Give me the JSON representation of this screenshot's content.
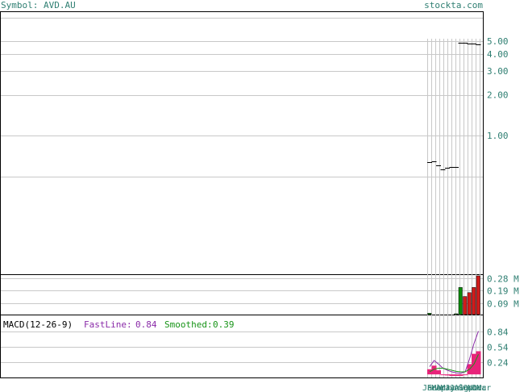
{
  "header": {
    "symbol_text": "Symbol: AVD.AU",
    "site_text": "stockta.com"
  },
  "colors": {
    "grid": "#c8c8c8",
    "frame": "#000000",
    "label": "#2f7f72",
    "up_volume": "#0b8a0b",
    "down_volume": "#d11b1b",
    "macd_fast": "#8a2ba8",
    "macd_smoothed": "#179417",
    "macd_histogram": "#e8237a"
  },
  "chart_data": [
    {
      "type": "candlestick",
      "panel": "price",
      "y_scale": "log",
      "y_ticks": [
        "5.00",
        "4.00",
        "3.00",
        "2.00",
        "1.00"
      ],
      "y_tick_values": [
        5,
        4,
        3,
        2,
        1
      ],
      "grid": true,
      "ohlc_close": [
        0.64,
        0.65,
        0.6,
        0.56,
        0.58,
        0.59,
        0.59,
        4.86,
        4.83,
        4.82,
        4.78,
        4.7
      ]
    },
    {
      "type": "bar",
      "panel": "volume",
      "y_ticks": [
        "0.28 M",
        "0.19 M",
        "0.09 M"
      ],
      "y_tick_values": [
        0.28,
        0.19,
        0.09
      ],
      "bars": [
        {
          "value": 0.01,
          "direction": "up"
        },
        {
          "value": 0.0,
          "direction": "up"
        },
        {
          "value": 0.0,
          "direction": "up"
        },
        {
          "value": 0.0,
          "direction": "up"
        },
        {
          "value": 0.0,
          "direction": "up"
        },
        {
          "value": 0.0,
          "direction": "up"
        },
        {
          "value": 0.005,
          "direction": "up"
        },
        {
          "value": 0.21,
          "direction": "up"
        },
        {
          "value": 0.14,
          "direction": "down"
        },
        {
          "value": 0.17,
          "direction": "down"
        },
        {
          "value": 0.21,
          "direction": "down"
        },
        {
          "value": 0.3,
          "direction": "down"
        }
      ]
    },
    {
      "type": "line",
      "panel": "macd",
      "title": "MACD(12-26-9)",
      "fast_label": "FastLine:",
      "fast_value": "0.84",
      "smoothed_label": "Smoothed:",
      "smoothed_value": "0.39",
      "y_ticks": [
        "0.84",
        "0.54",
        "0.24"
      ],
      "y_tick_values": [
        0.84,
        0.54,
        0.24
      ],
      "series": [
        {
          "name": "FastLine",
          "values": [
            0.15,
            0.27,
            0.2,
            0.12,
            0.08,
            0.05,
            0.03,
            0.02,
            0.05,
            0.3,
            0.6,
            0.84
          ]
        },
        {
          "name": "Smoothed",
          "values": [
            0.05,
            0.1,
            0.12,
            0.12,
            0.1,
            0.08,
            0.06,
            0.05,
            0.05,
            0.1,
            0.2,
            0.39
          ]
        }
      ],
      "histogram": [
        0.1,
        0.17,
        0.08,
        0.0,
        -0.02,
        -0.03,
        -0.03,
        -0.03,
        0.0,
        0.2,
        0.4,
        0.45
      ],
      "x_labels": [
        "Jan",
        "Feb",
        "Mar",
        "Apr",
        "May",
        "Jun",
        "Jul",
        "Aug",
        "Sep",
        "Oct",
        "Nov",
        "Dec",
        "Mar"
      ]
    }
  ]
}
